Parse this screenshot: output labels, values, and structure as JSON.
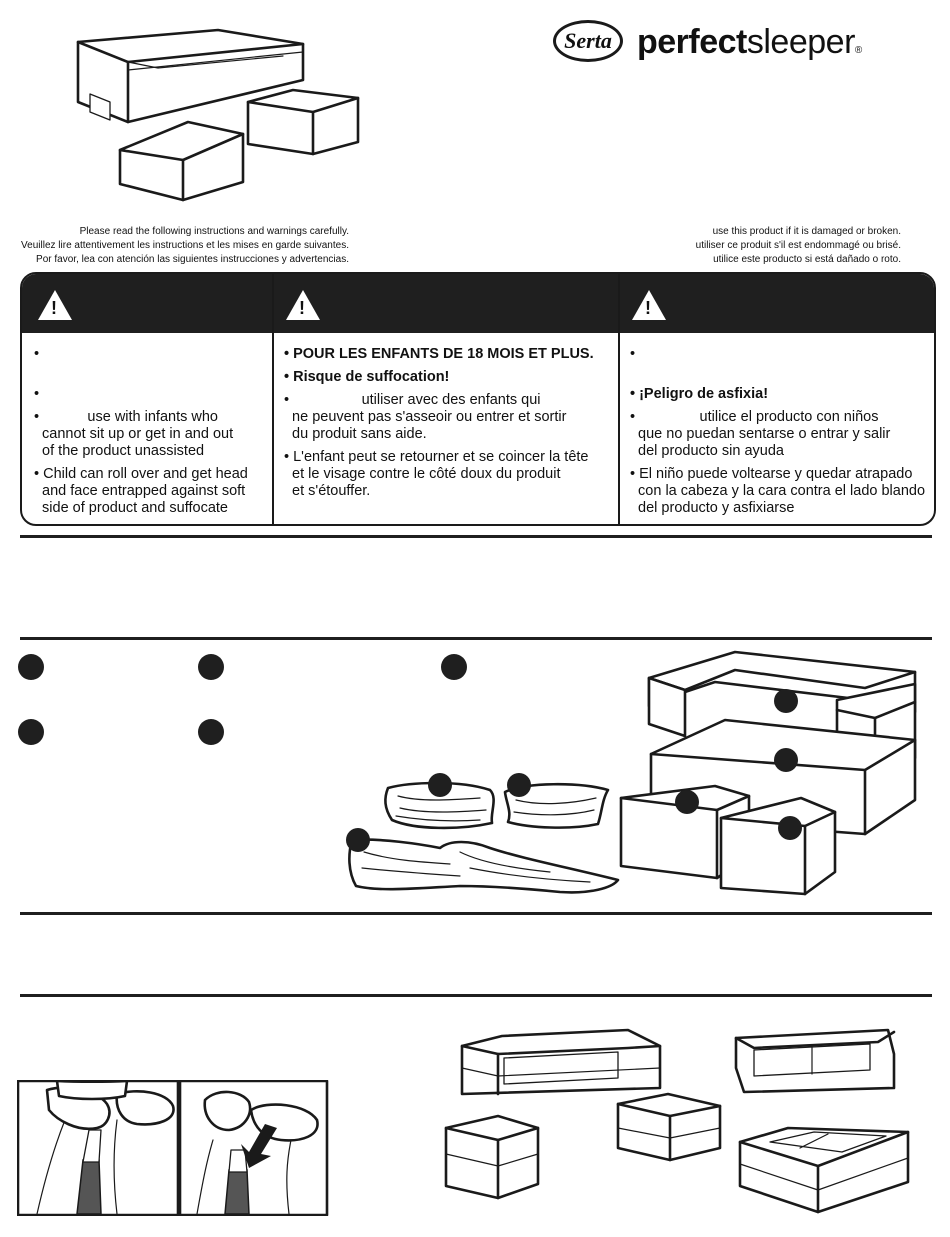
{
  "brand": {
    "logo_text": "Serta",
    "product_bold": "perfect",
    "product_light": "sleeper",
    "registered": "®"
  },
  "intro": {
    "en": "Please read the following instructions and warnings carefully.",
    "fr": "Veuillez lire attentivement les instructions et les mises en garde suivantes.",
    "es": "Por favor, lea con atención las siguientes instrucciones y advertencias."
  },
  "damage": {
    "en": "use this product if it is damaged or broken.",
    "fr": "utiliser ce produit s'il est endommagé ou brisé.",
    "es": "utilice este producto si está dañado o roto."
  },
  "warning": {
    "icon": "warning-triangle-icon",
    "en": [
      {
        "text": "•",
        "bold": false
      },
      {
        "text": "•",
        "bold": false
      },
      {
        "text": "•            use with infants who\ncannot sit up or get in and out\nof the product unassisted",
        "bold": false
      },
      {
        "text": "• Child can roll over and get head\nand face entrapped against soft\nside of product and suffocate",
        "bold": false
      }
    ],
    "fr": [
      {
        "text": "• POUR LES ENFANTS DE 18 MOIS ET PLUS.",
        "bold": true
      },
      {
        "text": "• Risque de suffocation!",
        "bold": true
      },
      {
        "text": "•                  utiliser avec des enfants qui\nne peuvent pas s'asseoir ou entrer et sortir\ndu produit sans aide.",
        "bold": false
      },
      {
        "text": "• L'enfant peut se retourner et se coincer la tête\net le visage contre le côté doux du produit\net s'étouffer.",
        "bold": false
      }
    ],
    "es": [
      {
        "text": "•",
        "bold": false
      },
      {
        "text": "• ¡Peligro de asfixia!",
        "bold": true
      },
      {
        "text": "•                utilice el producto con niños\nque no puedan sentarse o entrar y salir\ndel producto sin ayuda",
        "bold": false
      },
      {
        "text": "• El niño puede voltearse y quedar atrapado\ncon la cabeza y la cara contra el lado blando\ndel producto y asfixiarse",
        "bold": false
      }
    ]
  }
}
